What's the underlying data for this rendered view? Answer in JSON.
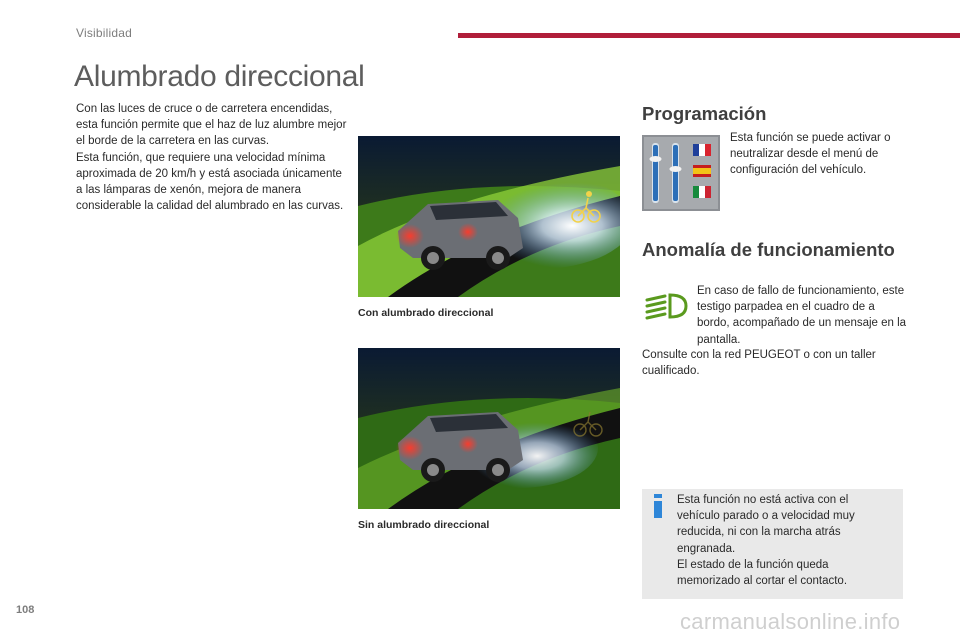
{
  "header": {
    "section": "Visibilidad",
    "title": "Alumbrado direccional",
    "accent_color": "#b01e3a"
  },
  "intro": {
    "p1": "Con las luces de cruce o de carretera encendidas, esta función permite que el haz de luz alumbre mejor el borde de la carretera en las curvas.",
    "p2": "Esta función, que requiere una velocidad mínima aproximada de 20 km/h y está asociada únicamente a las lámparas de xenón, mejora de manera considerable la calidad del alumbrado en las curvas."
  },
  "photos": {
    "with_caption": "Con alumbrado direccional",
    "without_caption": "Sin alumbrado direccional"
  },
  "programacion": {
    "heading": "Programación",
    "text": "Esta función se puede activar o neutralizar desde el menú de configuración del vehículo."
  },
  "anomalia": {
    "heading": "Anomalía de funcionamiento",
    "text": "En caso de fallo de funcionamiento, este testigo parpadea en el cuadro de a bordo, acompañado de un mensaje en la pantalla.",
    "text2": "Consulte con la red PEUGEOT o con un taller cualificado."
  },
  "note": {
    "icon": "info-icon",
    "p1": "Esta función no está activa con el vehículo parado o a velocidad muy reducida, ni con la marcha atrás engranada.",
    "p2": "El estado de la función queda memorizado al cortar el contacto."
  },
  "footer": {
    "page_number": "108",
    "watermark": "carmanualsonline.info"
  }
}
